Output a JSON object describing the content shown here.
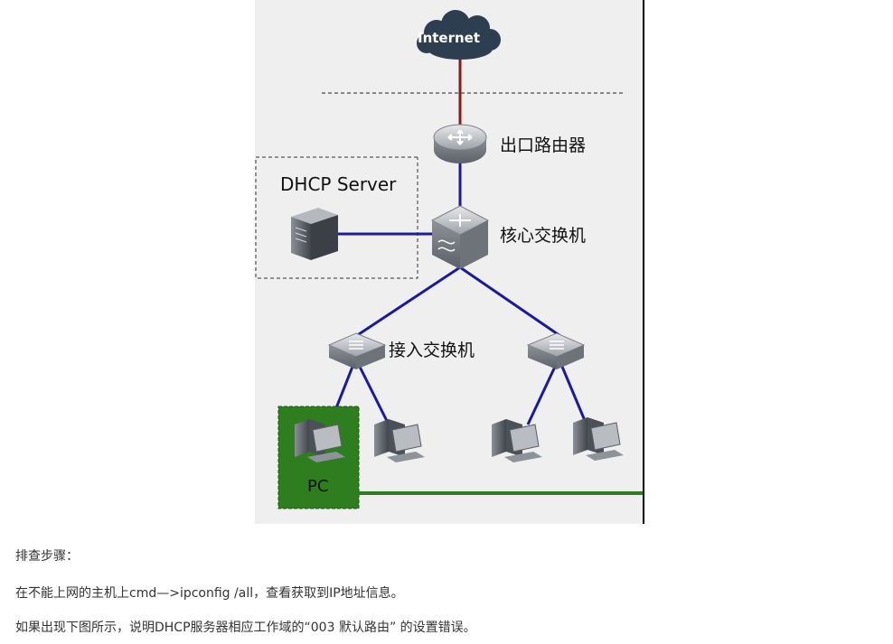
{
  "diagram": {
    "internet_label": "Internet",
    "router_label": "出口路由器",
    "core_switch_label": "核心交换机",
    "dhcp_server_label": "DHCP Server",
    "access_switch_label": "接入交换机",
    "pc_label": "PC",
    "colors": {
      "link": "#1a1a9e",
      "wan_link": "#8b1a1a",
      "pc_highlight": "#2e7d1f",
      "cloud": "#2d3e50",
      "background": "#efefef"
    }
  },
  "text": {
    "p1": "排查步骤：",
    "p2": "在不能上网的主机上cmd—>ipconfig /all，查看获取到IP地址信息。",
    "p3": "如果出现下图所示，说明DHCP服务器相应工作域的“003 默认路由” 的设置错误。"
  }
}
